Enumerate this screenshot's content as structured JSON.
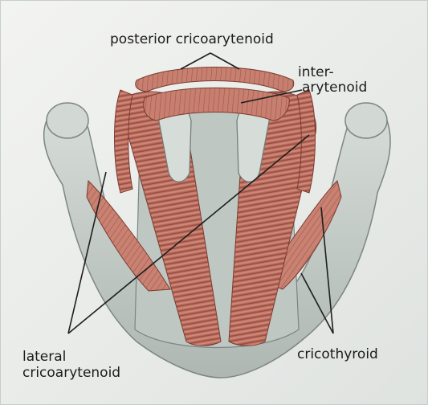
{
  "labels": {
    "posterior_cricoarytenoid": "posterior cricoarytenoid",
    "interarytenoid_line1": "inter-",
    "interarytenoid_line2": "arytenoid",
    "lateral_cricoarytenoid_line1": "lateral",
    "lateral_cricoarytenoid_line2": "cricoarytenoid",
    "cricothyroid": "cricothyroid"
  },
  "colors": {
    "page_background": "#e9ecea",
    "cartilage": "#c9cfcb",
    "cartilage_shadow": "#8f9995",
    "muscle": "#c47a6c",
    "muscle_dark": "#8a3f34",
    "leader_line": "#1e1e1e"
  },
  "icons": [
    "larynx-illustration"
  ]
}
